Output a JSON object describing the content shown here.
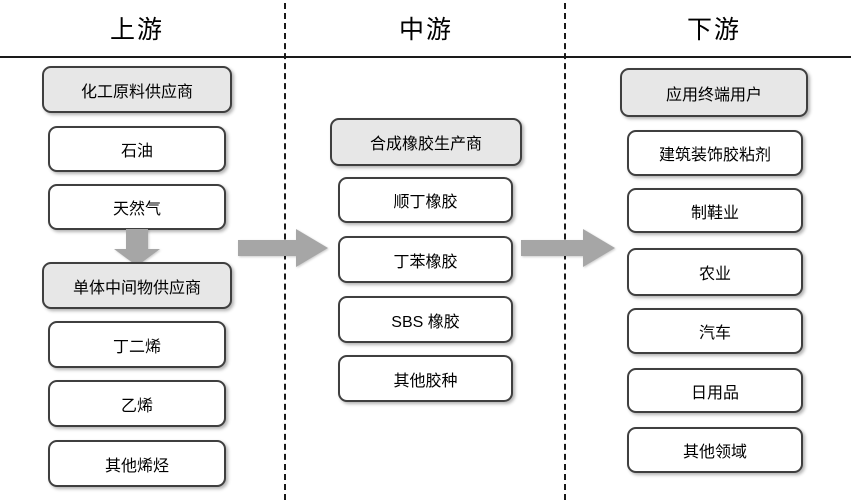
{
  "colors": {
    "header_text": "#000000",
    "box_text": "#000000",
    "box_border": "#3f3f3f",
    "lead_box_fill": "#e7e7e7",
    "item_box_fill": "#ffffff",
    "arrow_fill": "#a6a6a6",
    "divider": "#1a1a1a",
    "page_bg": "#ffffff"
  },
  "icons": {
    "flow_arrow_right": "→",
    "flow_arrow_down": "↓"
  },
  "diagram": {
    "columns": [
      {
        "header": "上游",
        "groups": [
          {
            "lead": "化工原料供应商",
            "items": [
              "石油",
              "天然气"
            ]
          },
          {
            "lead": "单体中间物供应商",
            "items": [
              "丁二烯",
              "乙烯",
              "其他烯烃"
            ]
          }
        ]
      },
      {
        "header": "中游",
        "groups": [
          {
            "lead": "合成橡胶生产商",
            "items": [
              "顺丁橡胶",
              "丁苯橡胶",
              "SBS 橡胶",
              "其他胶种"
            ]
          }
        ]
      },
      {
        "header": "下游",
        "groups": [
          {
            "lead": "应用终端用户",
            "items": [
              "建筑装饰胶粘剂",
              "制鞋业",
              "农业",
              "汽车",
              "日用品",
              "其他领域"
            ]
          }
        ]
      }
    ]
  }
}
